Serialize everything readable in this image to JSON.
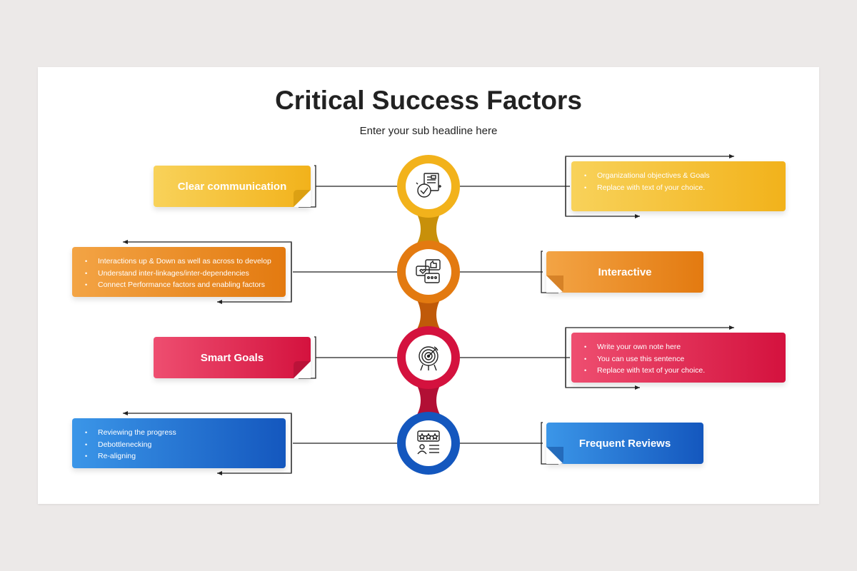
{
  "header": {
    "title": "Critical Success Factors",
    "subtitle": "Enter your sub headline here"
  },
  "factors": [
    {
      "label": "Clear communication",
      "icon": "document-check-icon",
      "color": "#f2b21b",
      "bullets": [
        "Organizational objectives & Goals",
        "Replace with text of your choice."
      ]
    },
    {
      "label": "Interactive",
      "icon": "chat-bubbles-icon",
      "color": "#e37a10",
      "bullets": [
        "Interactions up & Down as well as across to develop",
        "Understand inter-linkages/inter-dependencies",
        "Connect Performance factors and enabling factors"
      ]
    },
    {
      "label": "Smart Goals",
      "icon": "target-icon",
      "color": "#d4123e",
      "bullets": [
        "Write your own note here",
        "You can use this sentence",
        "Replace with text of your choice."
      ]
    },
    {
      "label": "Frequent Reviews",
      "icon": "rating-review-icon",
      "color": "#1457be",
      "bullets": [
        "Reviewing the progress",
        "Debottlenecking",
        "Re-aligning"
      ]
    }
  ]
}
